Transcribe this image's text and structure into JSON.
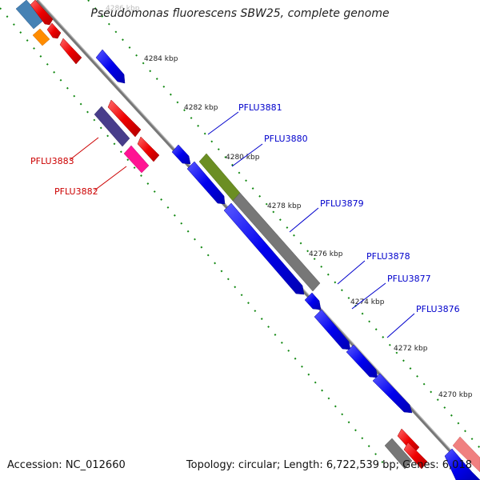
{
  "title": "Pseudomonas fluorescens SBW25, complete genome",
  "footer": {
    "accession": "Accession: NC_012660",
    "topology": "Topology: circular; Length: 6,722,539 bp; Genes: 6,018"
  },
  "colors": {
    "forward_gene": "#0000ee",
    "reverse_gene": "#ee0000",
    "backbone": "#888888",
    "tick": "#118811",
    "label_forward": "#0000cc",
    "label_reverse": "#cc0000"
  },
  "kbp_labels": [
    "4286 kbp",
    "4284 kbp",
    "4282 kbp",
    "4280 kbp",
    "4278 kbp",
    "4276 kbp",
    "4274 kbp",
    "4272 kbp",
    "4270 kbp"
  ],
  "gene_labels_forward": [
    "PFLU3881",
    "PFLU3880",
    "PFLU3879",
    "PFLU3878",
    "PFLU3877",
    "PFLU3876"
  ],
  "gene_labels_reverse": [
    "PFLU3883",
    "PFLU3882"
  ]
}
